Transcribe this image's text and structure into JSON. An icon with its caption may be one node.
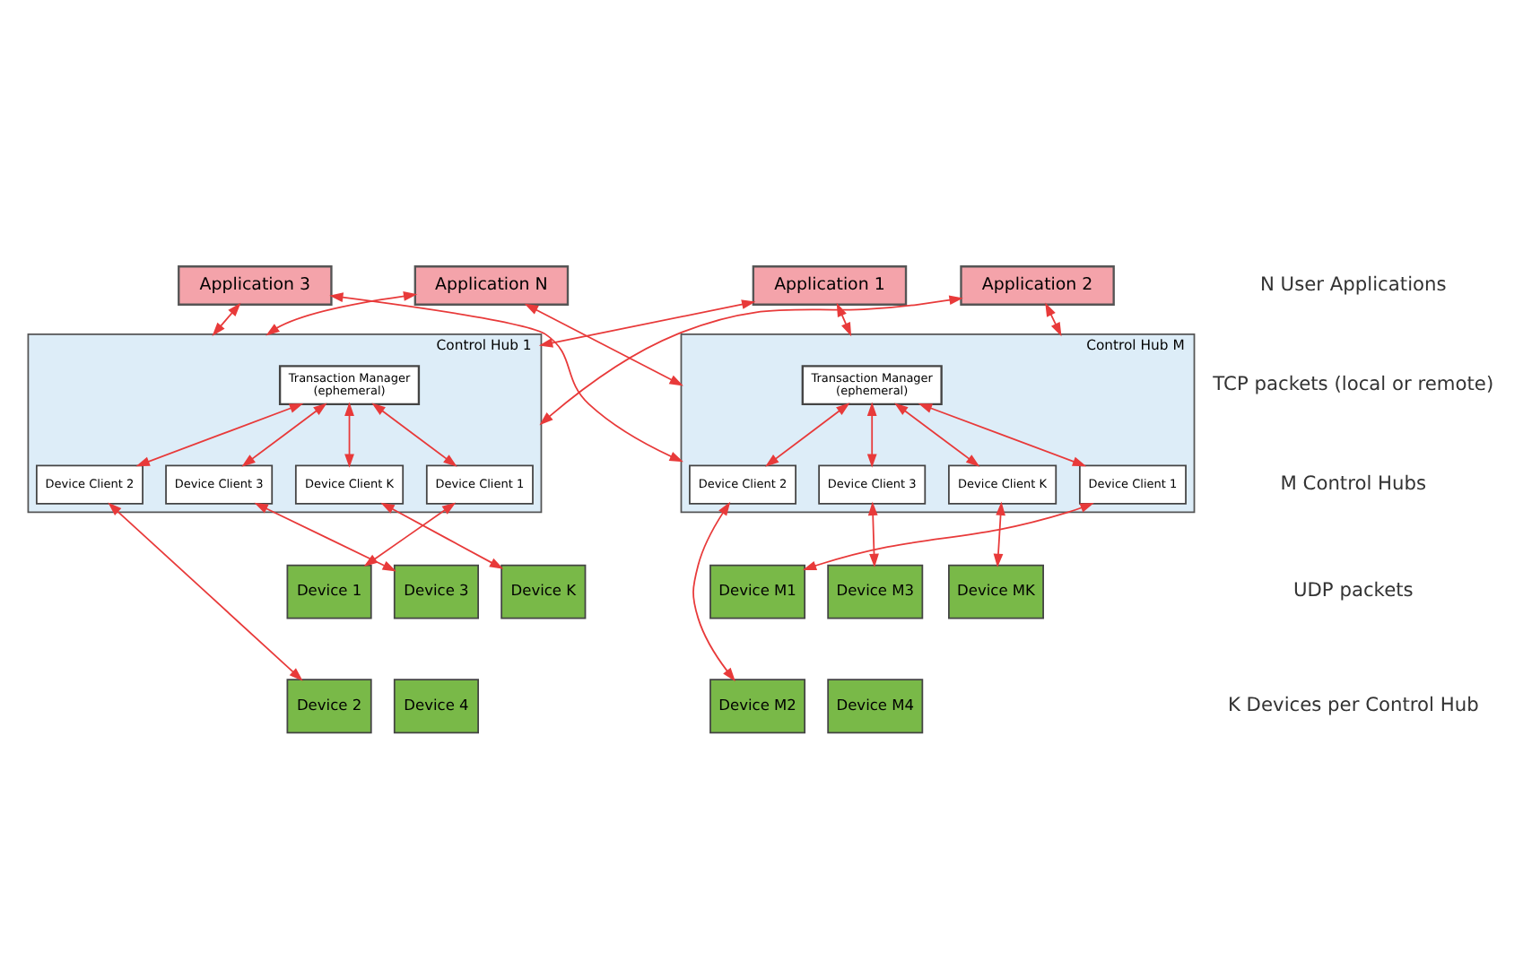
{
  "diagram": {
    "nodes": [
      {
        "text": [
          "Application 1"
        ]
      },
      {
        "text": [
          "Application 2"
        ]
      },
      {
        "text": [
          "Application 3"
        ]
      },
      {
        "text": [
          "Application N"
        ]
      },
      {
        "text": [
          "Control Hub 1"
        ]
      },
      {
        "text": [
          "Transaction Manager",
          "(ephemeral)"
        ],
        "in": 4
      },
      {
        "text": [
          "Device Client 1"
        ],
        "in": 4
      },
      {
        "text": [
          "Device Client 2"
        ],
        "in": 4
      },
      {
        "text": [
          "Device Client 3"
        ],
        "in": 4
      },
      {
        "text": [
          "Device Client K"
        ],
        "in": 4
      },
      {
        "text": [
          "Control Hub M"
        ]
      },
      {
        "text": [
          "Transaction Manager",
          "(ephemeral)"
        ],
        "in": 10
      },
      {
        "text": [
          "Device Client 1"
        ],
        "in": 10
      },
      {
        "text": [
          "Device Client 2"
        ],
        "in": 10
      },
      {
        "text": [
          "Device Client 3"
        ],
        "in": 10
      },
      {
        "text": [
          "Device Client K"
        ],
        "in": 10
      },
      {
        "text": [
          "Device 1"
        ]
      },
      {
        "text": [
          "Device 3"
        ]
      },
      {
        "text": [
          "Device K"
        ]
      },
      {
        "text": [
          "Device M1"
        ]
      },
      {
        "text": [
          "Device M3"
        ]
      },
      {
        "text": [
          "Device MK"
        ]
      },
      {
        "text": [
          "Device 2"
        ]
      },
      {
        "text": [
          "Device 4"
        ]
      },
      {
        "text": [
          "Device M2"
        ]
      },
      {
        "text": [
          "Device M4"
        ]
      }
    ],
    "edges": [
      {
        "from": 0,
        "to": 4,
        "arrow": "both"
      },
      {
        "from": 0,
        "to": 10,
        "arrow": "both"
      },
      {
        "from": 1,
        "to": 4,
        "arrow": "both"
      },
      {
        "from": 1,
        "to": 10,
        "arrow": "both"
      },
      {
        "from": 2,
        "to": 4,
        "arrow": "both"
      },
      {
        "from": 2,
        "to": 10,
        "arrow": "both"
      },
      {
        "from": 3,
        "to": 4,
        "arrow": "both"
      },
      {
        "from": 3,
        "to": 10,
        "arrow": "both"
      },
      {
        "from": 5,
        "to": 6,
        "arrow": "both"
      },
      {
        "from": 5,
        "to": 7,
        "arrow": "both"
      },
      {
        "from": 5,
        "to": 8,
        "arrow": "both"
      },
      {
        "from": 5,
        "to": 9,
        "arrow": "both"
      },
      {
        "from": 11,
        "to": 12,
        "arrow": "both"
      },
      {
        "from": 11,
        "to": 13,
        "arrow": "both"
      },
      {
        "from": 11,
        "to": 14,
        "arrow": "both"
      },
      {
        "from": 11,
        "to": 15,
        "arrow": "both"
      },
      {
        "from": 6,
        "to": 16,
        "arrow": "both"
      },
      {
        "from": 7,
        "to": 22,
        "arrow": "both"
      },
      {
        "from": 8,
        "to": 17,
        "arrow": "both"
      },
      {
        "from": 9,
        "to": 18,
        "arrow": "both"
      },
      {
        "from": 12,
        "to": 19,
        "arrow": "both"
      },
      {
        "from": 13,
        "to": 24,
        "arrow": "both"
      },
      {
        "from": 14,
        "to": 20,
        "arrow": "both"
      },
      {
        "from": 15,
        "to": 21,
        "arrow": "both"
      }
    ],
    "labels": [
      "N User Applications",
      "TCP packets (local or remote)",
      "M Control Hubs",
      "UDP packets",
      "K Devices per Control Hub"
    ]
  }
}
